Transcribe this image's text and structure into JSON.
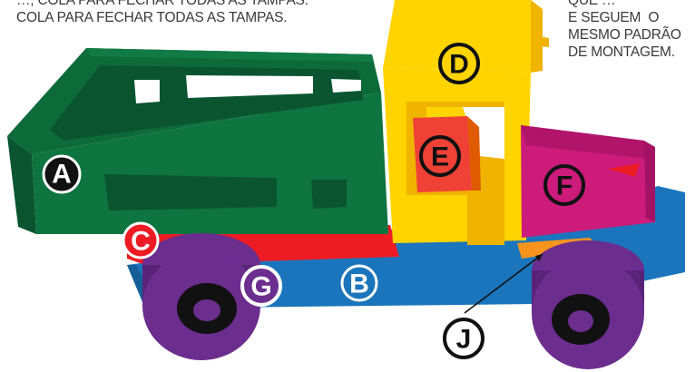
{
  "captions": {
    "left": [
      "…, COLA PARA FECHAR TODAS AS TAMPAS.",
      "COLA PARA FECHAR TODAS AS TAMPAS."
    ],
    "right": [
      "QUE …",
      "E SEGUEM  O",
      "MESMO PADRÃO",
      "DE MONTAGEM."
    ]
  },
  "labels": {
    "A": "A",
    "B": "B",
    "C": "C",
    "D": "D",
    "E": "E",
    "F": "F",
    "G": "G",
    "J": "J"
  },
  "colors": {
    "body_green": "#0d6b3a",
    "body_green_dark": "#0a5530",
    "cab_yellow": "#ffd400",
    "cab_yellow_dark": "#f0b400",
    "hood_magenta": "#cc1b7a",
    "chassis_blue": "#1b75bc",
    "red_strip": "#ed1c24",
    "wheel_purple": "#6b2d8e",
    "wheel_dark": "#4a1a66",
    "orange": "#f7941d",
    "label_black": "#111111"
  }
}
